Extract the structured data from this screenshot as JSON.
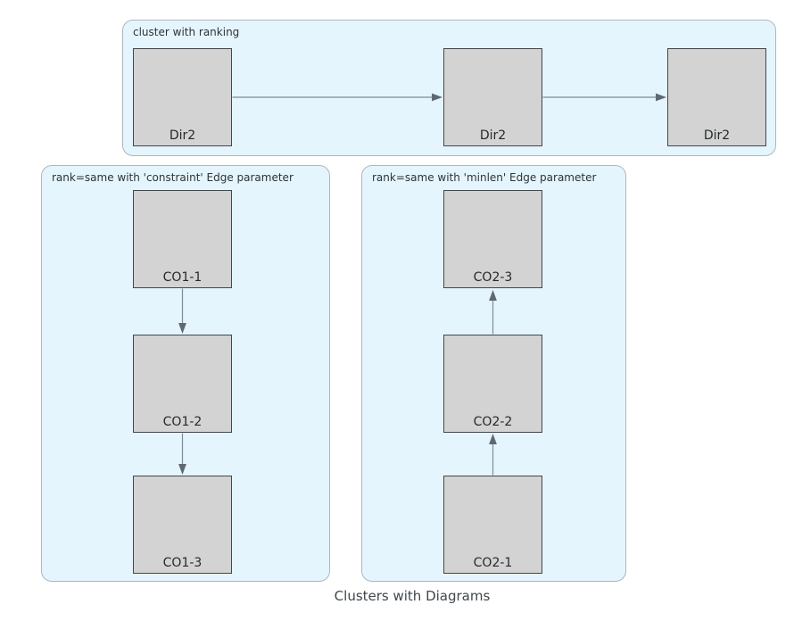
{
  "diagram": {
    "caption": "Clusters with Diagrams",
    "clusters": {
      "ranking": {
        "label": "cluster with ranking",
        "nodes": [
          "Dir2",
          "Dir2",
          "Dir2"
        ]
      },
      "constraint": {
        "label": "rank=same with 'constraint' Edge parameter",
        "nodes": [
          "CO1-1",
          "CO1-2",
          "CO1-3"
        ]
      },
      "minlen": {
        "label": "rank=same with 'minlen' Edge parameter",
        "nodes": [
          "CO2-3",
          "CO2-2",
          "CO2-1"
        ]
      }
    },
    "edges": [
      {
        "from": "Dir2 (1)",
        "to": "Dir2 (2)",
        "direction": "right"
      },
      {
        "from": "Dir2 (2)",
        "to": "Dir2 (3)",
        "direction": "right"
      },
      {
        "from": "CO1-1",
        "to": "CO1-2",
        "direction": "down"
      },
      {
        "from": "CO1-2",
        "to": "CO1-3",
        "direction": "down"
      },
      {
        "from": "CO2-2",
        "to": "CO2-3",
        "direction": "up"
      },
      {
        "from": "CO2-1",
        "to": "CO2-2",
        "direction": "up"
      }
    ],
    "colors": {
      "cluster_fill": "#E5F5FD",
      "cluster_border": "#AEB6BE",
      "node_fill": "#D3D3D3",
      "node_border": "#43474A",
      "edge": "#7E8C98",
      "text": "#2D3436"
    }
  }
}
